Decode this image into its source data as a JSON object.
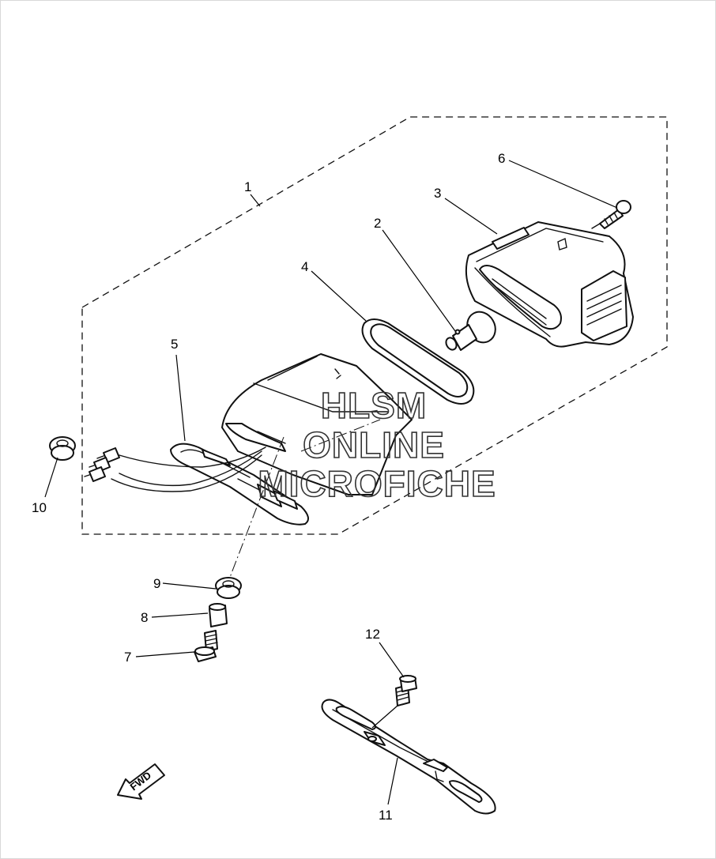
{
  "watermark": {
    "line1": "HLSM",
    "line2": "ONLINE",
    "line3": "MICROFICHE"
  },
  "direction_arrow": {
    "label": "FWD"
  },
  "callouts": [
    {
      "id": "1",
      "label": "1"
    },
    {
      "id": "2",
      "label": "2"
    },
    {
      "id": "3",
      "label": "3"
    },
    {
      "id": "4",
      "label": "4"
    },
    {
      "id": "5",
      "label": "5"
    },
    {
      "id": "6",
      "label": "6"
    },
    {
      "id": "7",
      "label": "7"
    },
    {
      "id": "8",
      "label": "8"
    },
    {
      "id": "9",
      "label": "9"
    },
    {
      "id": "10",
      "label": "10"
    },
    {
      "id": "11",
      "label": "11"
    },
    {
      "id": "12",
      "label": "12"
    }
  ]
}
